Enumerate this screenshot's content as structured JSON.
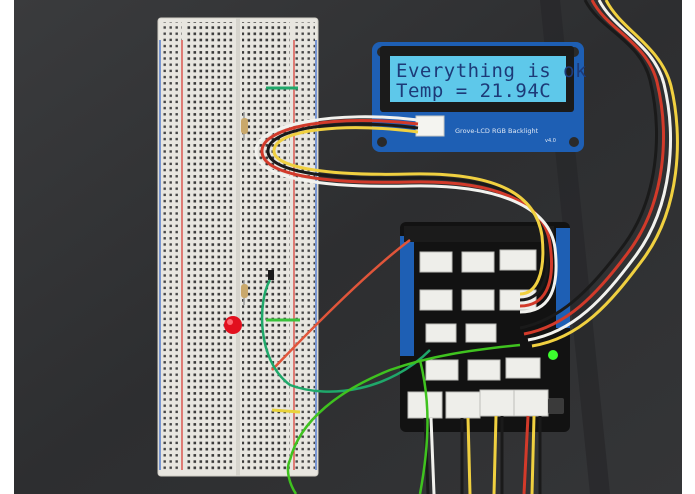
{
  "lcd": {
    "line1": "Everything is ok",
    "line2": "Temp = 21.94C",
    "backlight_color": "#5ec8ea"
  },
  "lcd_board": {
    "silkscreen": "Grove-LCD RGB Backlight",
    "version": "v4.0"
  },
  "led": {
    "state": "on",
    "color": "#e2101e"
  },
  "status_led": {
    "state": "on",
    "color": "#3cff2e"
  },
  "wire_colors": {
    "red": "#e0553a",
    "green": "#1fa86a",
    "lime": "#3fc21f",
    "yellow": "#e8d23a",
    "grove_yellow": "#f0d040",
    "grove_white": "#f2f2ee",
    "grove_red": "#d23a2a",
    "grove_black": "#1a1a1a"
  }
}
